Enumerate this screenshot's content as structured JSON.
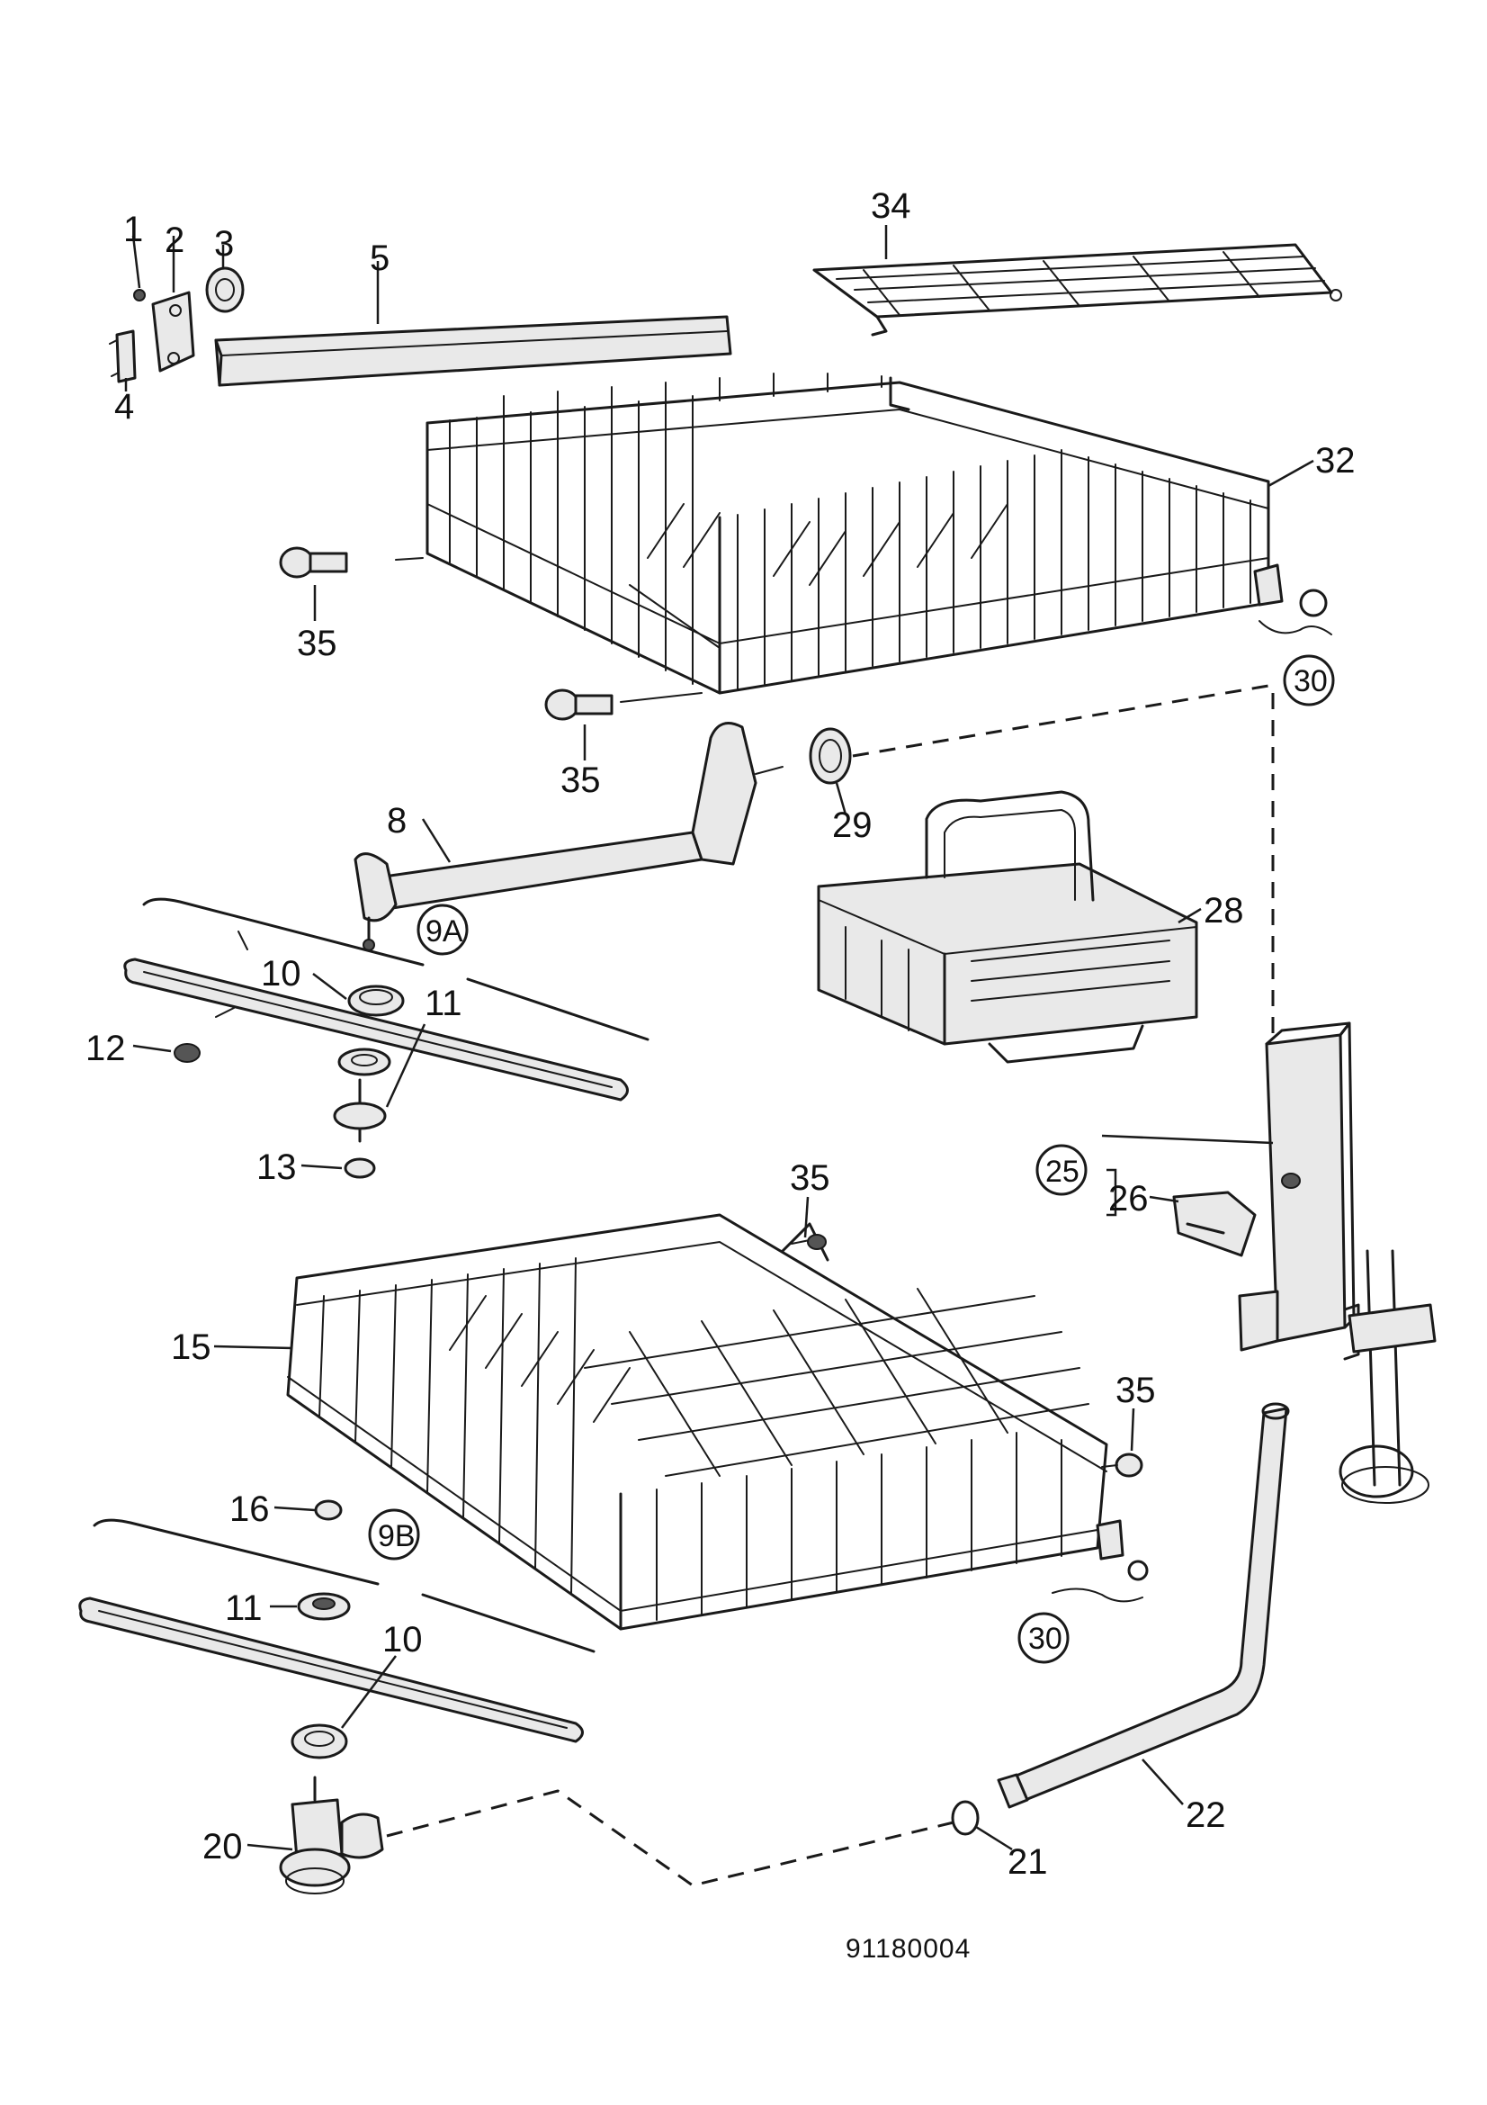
{
  "labels": {
    "l1": "1",
    "l2": "2",
    "l3": "3",
    "l4": "4",
    "l5": "5",
    "l8": "8",
    "l9a": "9A",
    "l9b": "9B",
    "l10a": "10",
    "l10b": "10",
    "l11a": "11",
    "l11b": "11",
    "l12": "12",
    "l13": "13",
    "l15": "15",
    "l16": "16",
    "l20": "20",
    "l21": "21",
    "l22": "22",
    "l25": "25",
    "l26": "26",
    "l28": "28",
    "l29": "29",
    "l30a": "30",
    "l30b": "30",
    "l32": "32",
    "l34": "34",
    "l35a": "35",
    "l35b": "35",
    "l35c": "35",
    "l35d": "35"
  },
  "drawing_code": "91180004"
}
